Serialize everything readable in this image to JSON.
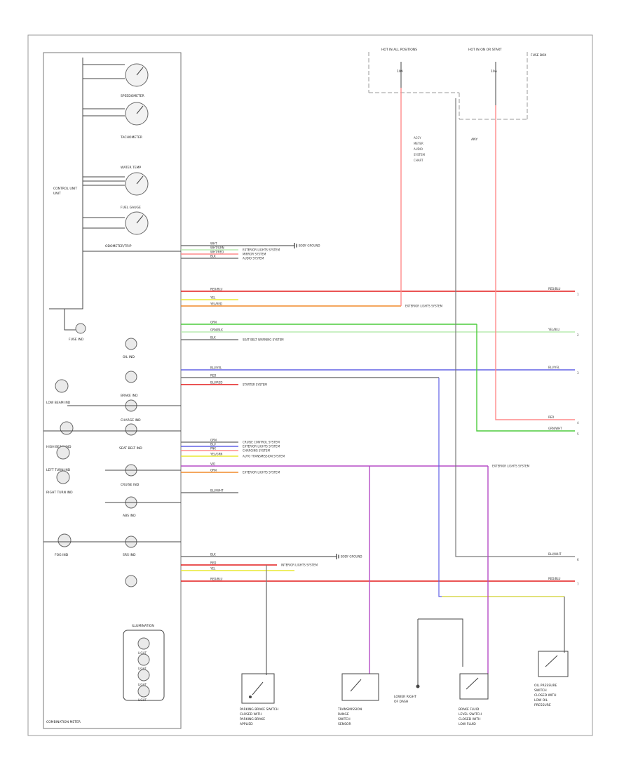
{
  "colors": {
    "red": "#e31b1b",
    "pink": "#ff8a8a",
    "green": "#4ccc3c",
    "blue": "#6060e6",
    "yellow": "#e8e830",
    "violet": "#b54cc6",
    "orange": "#f08a2a",
    "pale_green": "#b8ecb0",
    "gray": "#7a7a7a",
    "black": "#333333"
  },
  "cluster": {
    "title": "COMBINATION METER",
    "control_unit": "CONTROL UNIT",
    "gauges": [
      "SPEEDOMETER",
      "TACHOMETER",
      "WATER TEMP",
      "FUEL GAUGE"
    ],
    "display": "ODOMETER/TRIP"
  },
  "lamps": {
    "left": [
      "LOW BEAM IND",
      "HIGH BEAM IND",
      "LEFT TURN IND",
      "RIGHT TURN IND",
      "FOG IND"
    ],
    "right": [
      "OIL IND",
      "BRAKE IND",
      "CHARGE IND",
      "SEAT BELT IND",
      "CRUISE IND",
      "ABS IND",
      "SRS IND"
    ],
    "fuse": "FUSE IND"
  },
  "illumination": {
    "title": "ILLUMINATION",
    "rows": [
      "LIGHT",
      "LIGHT",
      "LIGHT",
      "LIGHT"
    ]
  },
  "fuse_boxes": [
    {
      "label": "HOT IN ALL POSITIONS",
      "fuse": "10A"
    },
    {
      "label": "HOT IN ON OR START",
      "fuse": "10A"
    }
  ],
  "fuse_box_note": "FUSE BOX",
  "fuse_note": "ANY",
  "connector_notes": [
    "ACCY",
    "METER",
    "AUDIO",
    "SYSTEM",
    "CHART"
  ],
  "wires": {
    "w1": "WHT",
    "w2": "WHT/GRN",
    "w3": "WHT/RED",
    "w4": "BLK",
    "w5": "RED/BLU",
    "w6": "YEL",
    "w7": "YEL/RED",
    "w8": "GRN",
    "w9": "GRN/BLK",
    "w10": "BLK",
    "w11": "BLU/YEL",
    "w12": "BLU/RED",
    "w13": "RED",
    "w14": "GRN",
    "w15": "BLU",
    "w16": "PNK",
    "w17": "YEL/GRN",
    "w18": "VIO",
    "w19": "ORN",
    "w20": "BLU/WHT",
    "w21": "BLK",
    "w22": "RED",
    "w23": "YEL",
    "w24": "RED/BLU"
  },
  "destinations": {
    "w1": "BODY GROUND",
    "w2": "EXTERIOR LIGHTS SYSTEM",
    "w3": "MIRROR SYSTEM",
    "w4": "AUDIO SYSTEM",
    "w7": "EXTERIOR LIGHTS SYSTEM",
    "w10": "SEAT BELT WARNING SYSTEM",
    "w12": "STARTER SYSTEM",
    "w14": "CRUISE CONTROL SYSTEM",
    "w15": "EXTERIOR LIGHTS SYSTEM",
    "w16": "CHARGING SYSTEM",
    "w17": "AUTO TRANSMISSION SYSTEM",
    "w18": "EXTERIOR LIGHTS SYSTEM",
    "w19": "EXTERIOR LIGHTS SYSTEM",
    "w21": "BODY GROUND",
    "w22": "INTERIOR LIGHTS SYSTEM"
  },
  "right_outputs": [
    {
      "label": "RED/BLU",
      "num": "1"
    },
    {
      "label": "YEL/BLU",
      "num": "2"
    },
    {
      "label": "BLU/YEL",
      "num": "3"
    },
    {
      "label": "RED",
      "num": "4"
    },
    {
      "label": "GRN/WHT",
      "num": "5"
    },
    {
      "label": "BLU/WHT",
      "num": "6"
    },
    {
      "label": "RED/BLU",
      "num": "7"
    }
  ],
  "sensors": [
    {
      "title": "PARKING BRAKE SWITCH",
      "lines": [
        "CLOSED WITH",
        "PARKING BRAKE",
        "APPLIED"
      ]
    },
    {
      "title": "TRANSMISSION",
      "lines": [
        "RANGE",
        "SWITCH",
        "SENSOR"
      ]
    },
    {
      "title": "",
      "lines": [
        "LOWER RIGHT",
        "OF DASH"
      ]
    },
    {
      "title": "BRAKE FLUID",
      "lines": [
        "LEVEL SWITCH",
        "CLOSED WITH",
        "LOW FLUID"
      ]
    },
    {
      "title": "OIL PRESSURE",
      "lines": [
        "SWITCH",
        "CLOSED WITH",
        "LOW OIL",
        "PRESSURE"
      ]
    }
  ]
}
